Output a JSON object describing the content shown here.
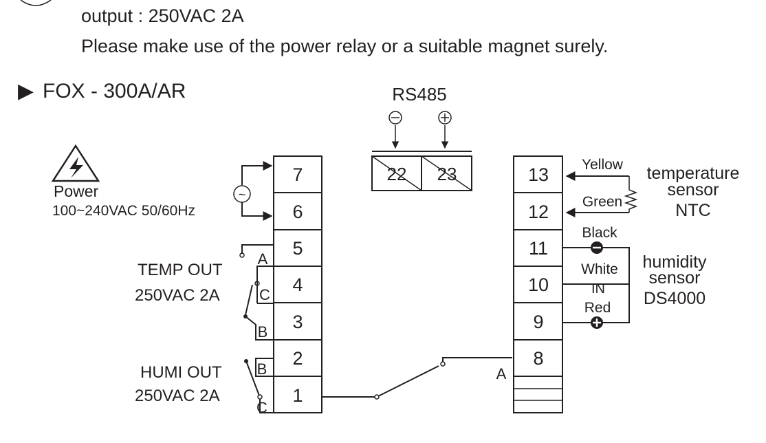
{
  "header": {
    "output_line": "output  :  250VAC  2A",
    "instruction_line": "Please make use of the power relay or a suitable magnet surely."
  },
  "model": {
    "title": "FOX - 300A/AR",
    "arrow_glyph": "▶"
  },
  "rs485": {
    "label": "RS485",
    "minus_symbol": "−",
    "plus_symbol": "+",
    "terminals": [
      "22",
      "23"
    ]
  },
  "power": {
    "label": "Power",
    "spec": "100~240VAC 50/60Hz",
    "ac_symbol": "~",
    "warning_icon": "high-voltage-warning-icon"
  },
  "left_terminals": [
    "7",
    "6",
    "5",
    "4",
    "3",
    "2",
    "1"
  ],
  "temp_out": {
    "label": "TEMP OUT",
    "spec": "250VAC 2A",
    "contacts": [
      "A",
      "C",
      "B"
    ]
  },
  "humi_out": {
    "label": "HUMI OUT",
    "spec": "250VAC 2A",
    "contacts": [
      "B",
      "C"
    ]
  },
  "right_terminals": [
    "13",
    "12",
    "11",
    "10",
    "9",
    "8"
  ],
  "temperature_sensor": {
    "wires": [
      "Yellow",
      "Green"
    ],
    "label_lines": [
      "temperature",
      "sensor",
      "NTC"
    ]
  },
  "humidity_sensor": {
    "wires": [
      "Black",
      "White",
      "Red"
    ],
    "in_label": "IN",
    "label_lines": [
      "humidity",
      "sensor",
      "DS4000"
    ]
  },
  "relay_a_label": "A"
}
